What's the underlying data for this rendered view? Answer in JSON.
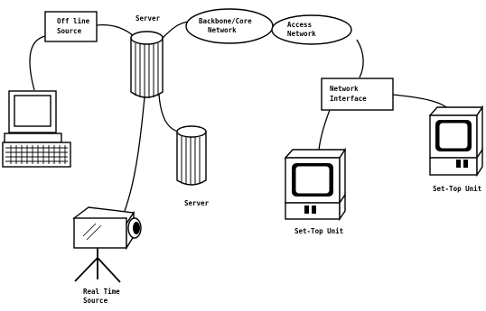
{
  "nodes": {
    "offline_source": {
      "line1": "Off line",
      "line2": "Source"
    },
    "server_main": {
      "label": "Server"
    },
    "server_second": {
      "label": "Server"
    },
    "backbone": {
      "line1": "Backbone/Core",
      "line2": "Network"
    },
    "access": {
      "line1": "Access",
      "line2": "Network"
    },
    "network_interface": {
      "line1": "Network",
      "line2": "Interface"
    },
    "settop_left": {
      "label": "Set-Top Unit"
    },
    "settop_right": {
      "label": "Set-Top Unit"
    },
    "realtime_source": {
      "line1": "Real Time",
      "line2": "Source"
    }
  },
  "icons": [
    "computer-icon",
    "server-icon",
    "camera-icon",
    "tv-set-top-icon"
  ]
}
